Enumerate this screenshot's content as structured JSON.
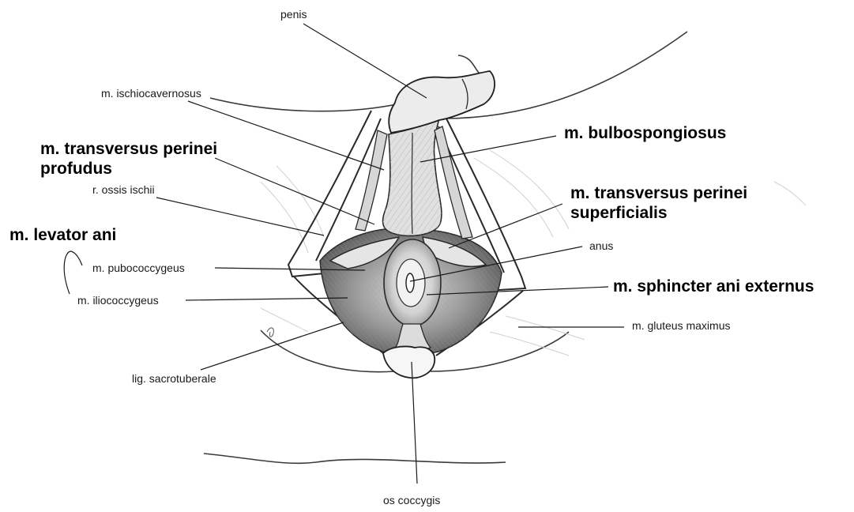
{
  "diagram": {
    "labels": {
      "penis": "penis",
      "ischiocavernosus": "m. ischiocavernosus",
      "transversus_profundus": "m. transversus perinei\nprofudus",
      "bulbospongiosus": "m. bulbospongiosus",
      "ossis_ischii": "r. ossis ischii",
      "transversus_superficialis": "m. transversus perinei\nsuperficialis",
      "levator_ani": "m. levator ani",
      "pubococcygeus": "m. pubococcygeus",
      "anus": "anus",
      "iliococcygeus": "m. iliococcygeus",
      "sphincter": "m. sphincter ani externus",
      "gluteus": "m. gluteus maximus",
      "sacrotuberale": "lig. sacrotuberale",
      "coccygis": "os coccygis"
    },
    "colors": {
      "line": "#1a1a1a",
      "sketch": "#3a3a3a",
      "shade_light": "#c8c8c8",
      "shade_dark": "#6e6e6e"
    }
  }
}
